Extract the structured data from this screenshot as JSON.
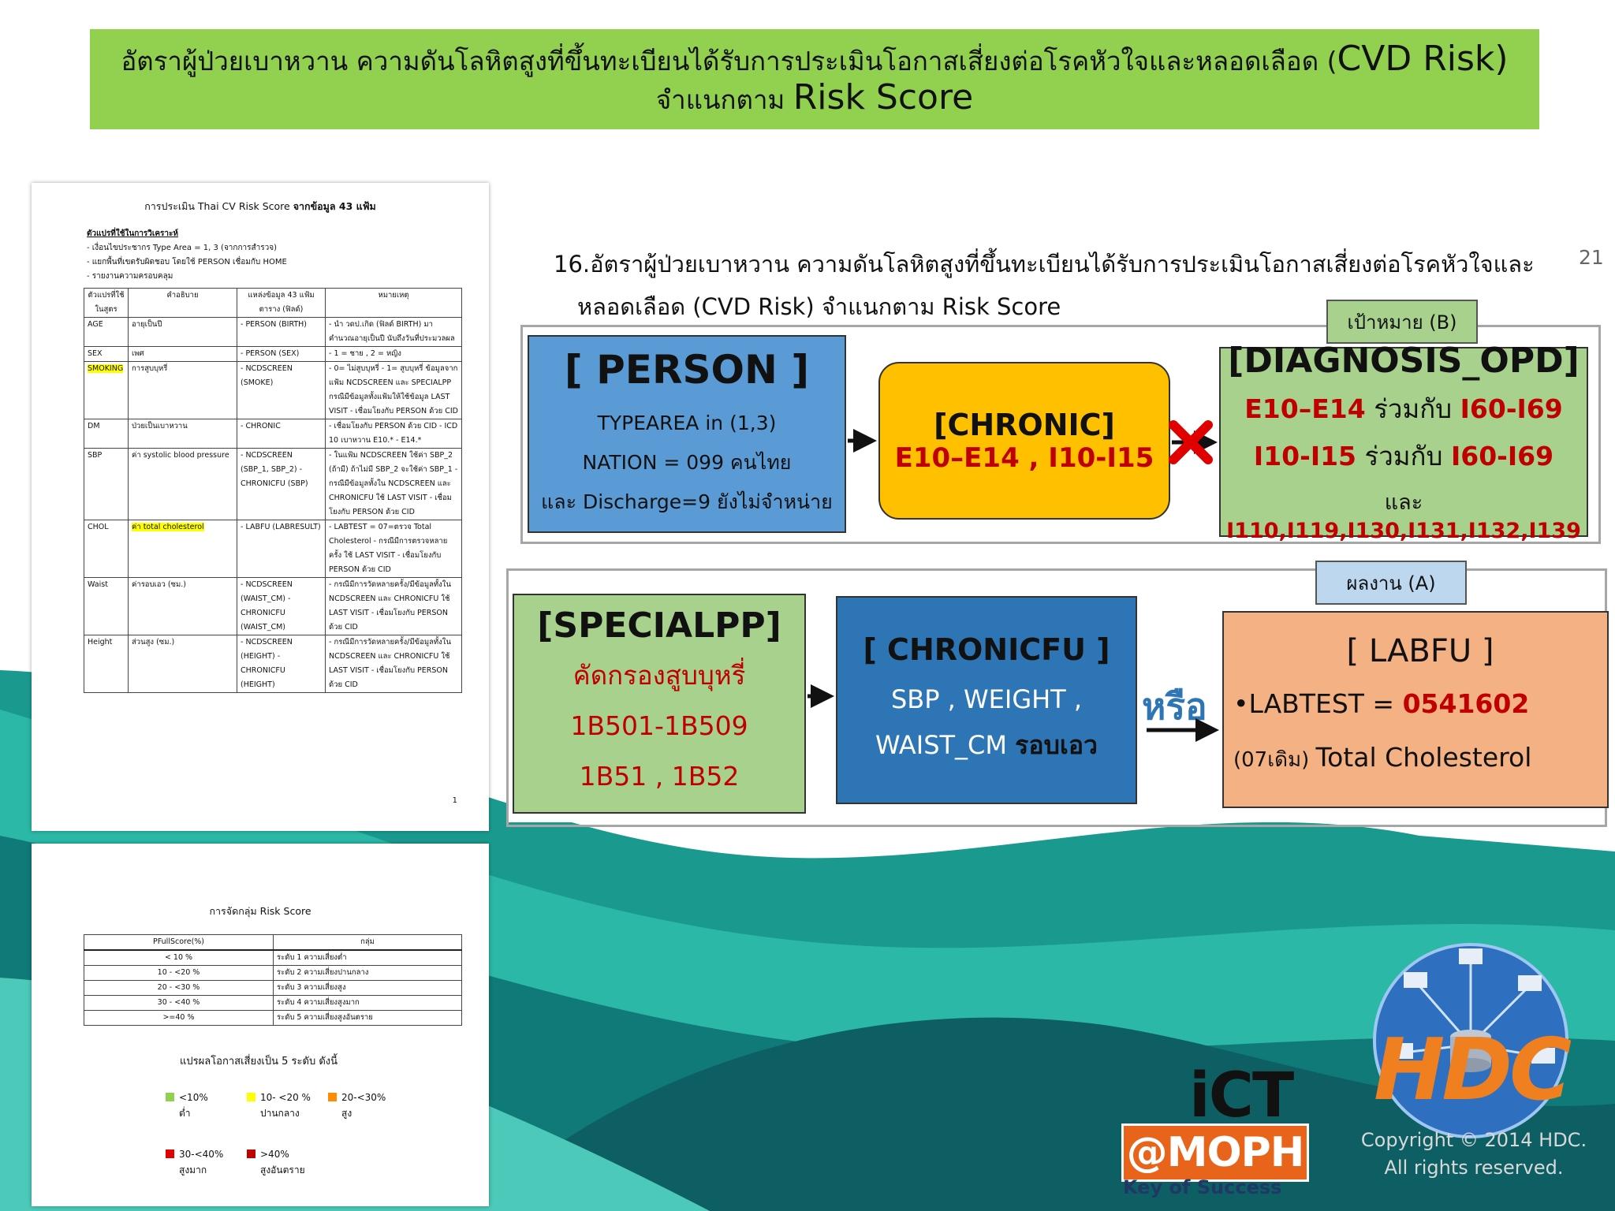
{
  "title": {
    "line1": "อัตราผู้ป่วยเบาหวาน ความดันโลหิตสูงที่ขึ้นทะเบียนได้รับการประเมินโอกาสเสี่ยงต่อโรคหัวใจและหลอดเลือด (",
    "line1_big": "CVD Risk)",
    "line2": "จำแนกตาม ",
    "line2_big": "Risk Score"
  },
  "doc_page1": {
    "title_normal": "การประเมิน Thai CV Risk Score ",
    "title_bold": "จากข้อมูล 43 แฟ้ม",
    "notes_head": "ตัวแปรที่ใช้ในการวิเคราะห์",
    "notes": [
      "- เงื่อนไขประชากร Type Area = 1, 3 (จากการสำรวจ)",
      "- แยกพื้นที่เขตรับผิดชอบ โดยใช้ PERSON เชื่อมกับ HOME",
      "- รายงานความครอบคลุม"
    ],
    "headers": [
      "ตัวแปรที่ใช้ในสูตร",
      "คำอธิบาย",
      "แหล่งข้อมูล 43 แฟ้ม ตาราง (ฟิลด์)",
      "หมายเหตุ"
    ],
    "rows": [
      {
        "var": "AGE",
        "desc": "อายุเป็นปี",
        "src": "- PERSON (BIRTH)",
        "note": "- นำ วดป.เกิด (ฟิลด์ BIRTH) มาคำนวณอายุเป็นปี นับถึงวันที่ประมวลผล"
      },
      {
        "var": "SEX",
        "desc": "เพศ",
        "src": "- PERSON (SEX)",
        "note": "- 1 = ชาย , 2 = หญิง"
      },
      {
        "var": "SMOKING",
        "desc": "การสูบบุหรี่",
        "src": "- NCDSCREEN (SMOKE)",
        "note": "- 0= ไม่สูบบุหรี่ - 1= สูบบุหรี่ ข้อมูลจากแฟ้ม NCDSCREEN และ SPECIALPP กรณีมีข้อมูลทั้งแฟ้มให้ใช้ข้อมูล LAST VISIT - เชื่อมโยงกับ PERSON ด้วย CID"
      },
      {
        "var": "DM",
        "desc": "ป่วยเป็นเบาหวาน",
        "src": "- CHRONIC",
        "note": "- เชื่อมโยงกับ PERSON ด้วย CID - ICD 10 เบาหวาน E10.* - E14.*"
      },
      {
        "var": "SBP",
        "desc": "ค่า systolic blood pressure",
        "src": "- NCDSCREEN (SBP_1, SBP_2) - CHRONICFU (SBP)",
        "note": "- ในแฟ้ม NCDSCREEN ใช้ค่า SBP_2 (ถ้ามี) ถ้าไม่มี SBP_2 จะใช้ค่า SBP_1 - กรณีมีข้อมูลทั้งใน NCDSCREEN และ CHRONICFU ใช้ LAST VISIT - เชื่อมโยงกับ PERSON ด้วย CID"
      },
      {
        "var": "CHOL",
        "desc": "ค่า total cholesterol",
        "src": "- LABFU (LABRESULT)",
        "note": "- LABTEST = 07=ตรวจ Total Cholesterol - กรณีมีการตรวจหลายครั้ง ใช้ LAST VISIT - เชื่อมโยงกับ PERSON ด้วย CID"
      },
      {
        "var": "Waist",
        "desc": "ค่ารอบเอว (ซม.)",
        "src": "- NCDSCREEN (WAIST_CM) - CHRONICFU (WAIST_CM)",
        "note": "- กรณีมีการวัดหลายครั้ง/มีข้อมูลทั้งใน NCDSCREEN และ CHRONICFU ใช้ LAST VISIT - เชื่อมโยงกับ PERSON ด้วย CID"
      },
      {
        "var": "Height",
        "desc": "ส่วนสูง (ซม.)",
        "src": "- NCDSCREEN (HEIGHT) - CHRONICFU (HEIGHT)",
        "note": "- กรณีมีการวัดหลายครั้ง/มีข้อมูลทั้งใน NCDSCREEN และ CHRONICFU ใช้ LAST VISIT - เชื่อมโยงกับ PERSON ด้วย CID"
      }
    ],
    "page_number": "1"
  },
  "doc_page2": {
    "title": "การจัดกลุ่ม Risk Score",
    "col1": "PFullScore(%)",
    "col2": "กลุ่ม",
    "rows": [
      {
        "range": "< 10 %",
        "group": "ระดับ 1 ความเสี่ยงต่ำ"
      },
      {
        "range": "10 - <20 %",
        "group": "ระดับ 2 ความเสี่ยงปานกลาง"
      },
      {
        "range": "20 - <30 %",
        "group": "ระดับ 3 ความเสี่ยงสูง"
      },
      {
        "range": "30 - <40 %",
        "group": "ระดับ 4 ความเสี่ยงสูงมาก"
      },
      {
        "range": ">=40 %",
        "group": "ระดับ 5 ความเสี่ยงสูงอันตราย"
      }
    ],
    "interp": "แปรผลโอกาสเสี่ยงเป็น 5 ระดับ ดังนี้",
    "legend": [
      {
        "range": "<10%",
        "label": "ต่ำ",
        "color": "#92d050"
      },
      {
        "range": "10- <20 %",
        "label": "ปานกลาง",
        "color": "#ffff00"
      },
      {
        "range": "20-<30%",
        "label": "สูง",
        "color": "#ff8c00"
      },
      {
        "range": "30-<40%",
        "label": "สูงมาก",
        "color": "#e00000"
      },
      {
        "range": ">40%",
        "label": "สูงอันตราย",
        "color": "#c00000"
      }
    ]
  },
  "slide": {
    "number": "21",
    "heading_line1": "16.อัตราผู้ป่วยเบาหวาน ความดันโลหิตสูงที่ขึ้นทะเบียนได้รับการประเมินโอกาสเสี่ยงต่อโรคหัวใจและ",
    "heading_line2": "หลอดเลือด (CVD Risk) จำแนกตาม Risk Score",
    "target_tag": "เป้าหมาย (B)",
    "result_tag": "ผลงาน (A)",
    "person": {
      "title": "[ PERSON ]",
      "line1": "TYPEAREA in (1,3)",
      "line2": "NATION = 099 คนไทย",
      "line3": "และ Discharge=9 ยังไม่จำหน่าย"
    },
    "chronic": {
      "title": "[CHRONIC]",
      "line1": "E10–E14 , I10-I15"
    },
    "diagnosis": {
      "title": "[DIAGNOSIS_OPD]",
      "l1a": "E10–E14",
      "l1b": " ร่วมกับ ",
      "l1c": "I60-I69",
      "l2a": "I10-I15",
      "l2b": " ร่วมกับ ",
      "l2c": "I60-I69",
      "l3a": "และ ",
      "l3b": "I110,I119,I130,I131,I132,I139"
    },
    "specialpp": {
      "title": "[SPECIALPP]",
      "line1": "คัดกรองสูบบุหรี่",
      "line2": "1B501-1B509",
      "line3": "1B51 , 1B52"
    },
    "chronicfu": {
      "title": "[ CHRONICFU ]",
      "line1": "SBP , WEIGHT ,",
      "line2a": "WAIST_CM ",
      "line2b": "รอบเอว"
    },
    "or": "หรือ",
    "labfu": {
      "title": "[ LABFU  ]",
      "line1a": "•LABTEST = ",
      "line1b": "0541602",
      "line2a": "(07เดิม) ",
      "line2b": "Total Cholesterol"
    }
  },
  "logos": {
    "ict": "iCT",
    "moph": "@MOPH",
    "kos": "Key of Success",
    "hdc": "HDC",
    "copyright1": "Copyright © 2014 HDC.",
    "copyright2": "All rights reserved."
  }
}
